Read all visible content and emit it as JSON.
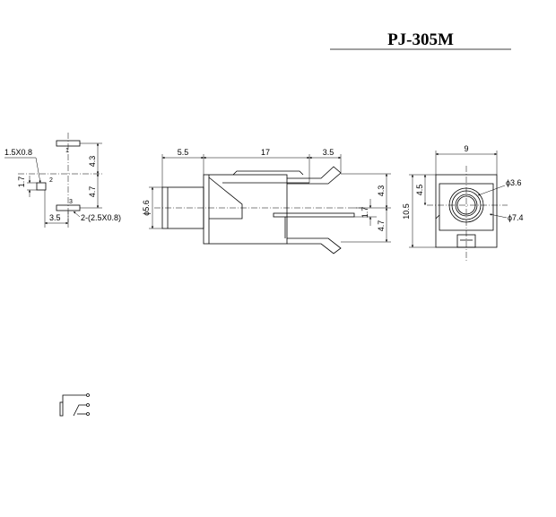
{
  "title": "PJ-305M",
  "pad_view": {
    "pad_size": "1.5X0.8",
    "pin_pitch_x": "1.7",
    "offset_x": "3.5",
    "slot_size": "2-(2.5X0.8)",
    "dim_top": "4.3",
    "dim_bottom": "4.7",
    "pin_1": "1",
    "pin_2": "2",
    "pin_3": "3"
  },
  "side_view": {
    "dim_nose": "5.5",
    "dim_body": "17",
    "dim_tab": "3.5",
    "dim_dia": "ϕ5.6",
    "dim_top": "4.3",
    "dim_pitch": "1.7",
    "dim_bottom": "4.7"
  },
  "front_view": {
    "dim_width": "9",
    "dim_height": "10.5",
    "dim_center": "4.5",
    "dim_inner_dia": "ϕ3.6",
    "dim_outer_dia": "ϕ7.4"
  }
}
